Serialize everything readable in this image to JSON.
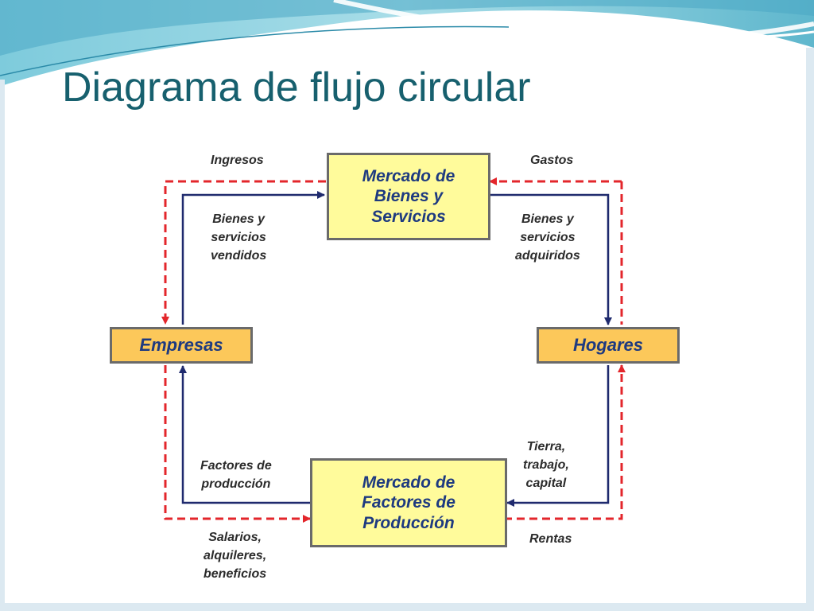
{
  "slide": {
    "title": "Diagrama de flujo circular"
  },
  "diagram": {
    "nodes": {
      "bienes_market": [
        "Mercado de",
        "Bienes y",
        "Servicios"
      ],
      "empresas": "Empresas",
      "hogares": "Hogares",
      "factores_market": [
        "Mercado de",
        "Factores de",
        "Producción"
      ]
    },
    "labels": {
      "ingresos": "Ingresos",
      "gastos": "Gastos",
      "bienes_vendidos": [
        "Bienes y",
        "servicios",
        "vendidos"
      ],
      "bienes_adquiridos": [
        "Bienes y",
        "servicios",
        "adquiridos"
      ],
      "factores_produccion": [
        "Factores de",
        "producción"
      ],
      "tierra_trabajo": [
        "Tierra,",
        "trabajo,",
        "capital"
      ],
      "salarios": [
        "Salarios,",
        "alquileres,",
        "beneficios"
      ],
      "rentas": "Rentas"
    },
    "colors": {
      "money_flow": "#e3262b",
      "goods_flow": "#1f2a6e",
      "market_box": "#fffb9b",
      "agent_box": "#fcc85a",
      "box_text": "#1e3a80",
      "title_text": "#17606e"
    }
  }
}
